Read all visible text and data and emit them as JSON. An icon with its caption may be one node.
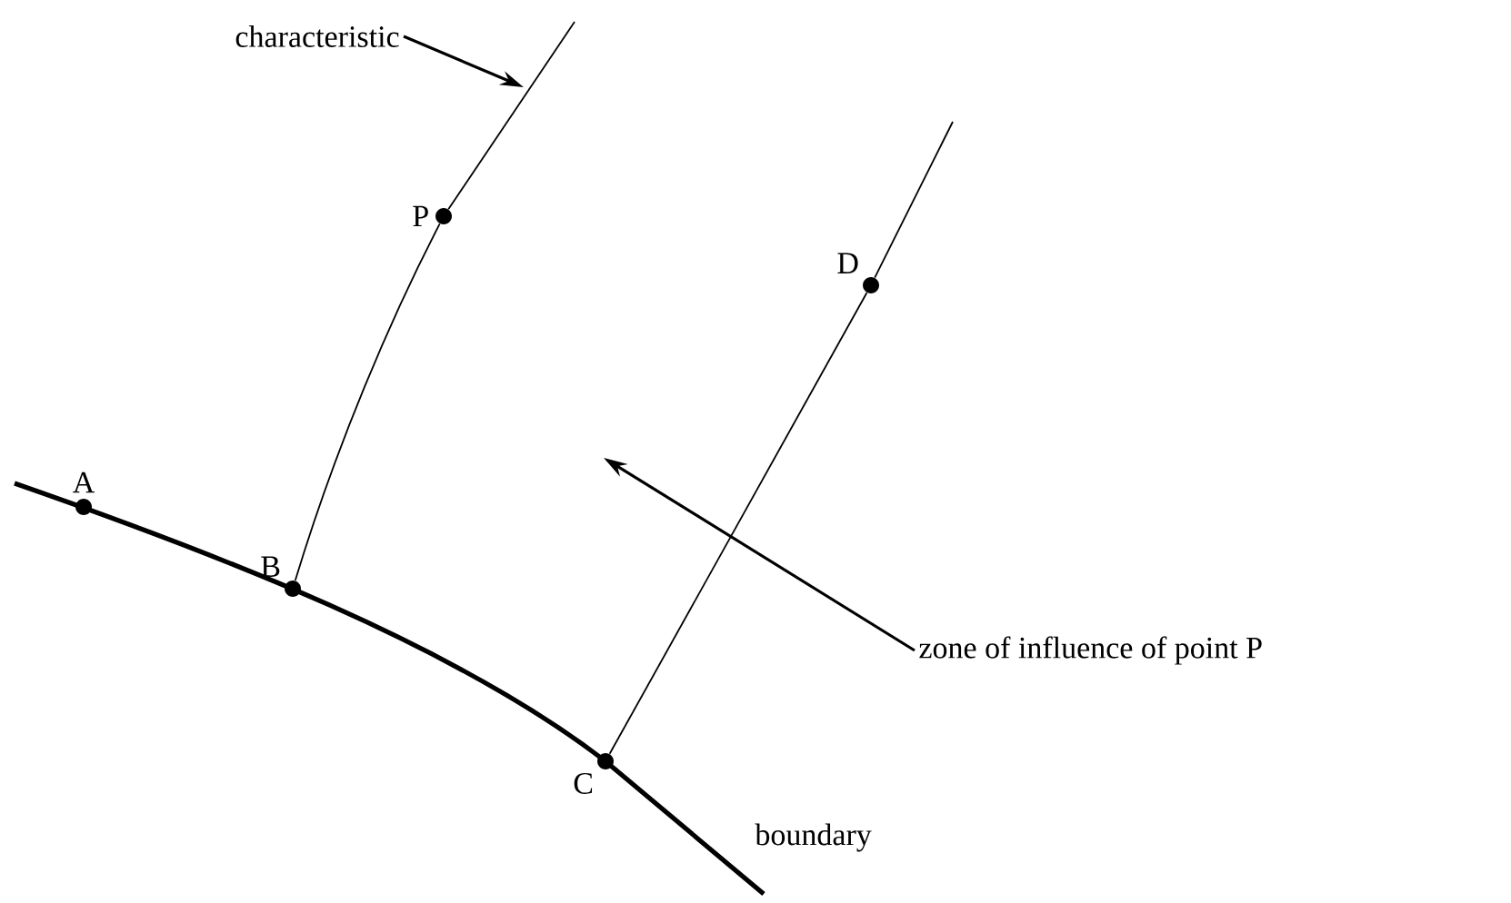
{
  "diagram": {
    "nodes": [
      {
        "text": [
          "characteristic"
        ]
      },
      {
        "text": [
          "P"
        ]
      },
      {
        "text": [
          "D"
        ]
      },
      {
        "text": [
          "A"
        ]
      },
      {
        "text": [
          "B"
        ]
      },
      {
        "text": [
          "zone of influence of point P"
        ]
      },
      {
        "text": [
          "C"
        ]
      }
    ],
    "edges": [
      {
        "from": 4,
        "to": 1,
        "arrow": "none"
      },
      {
        "from": 6,
        "to": 2,
        "arrow": "none"
      },
      {
        "from": 0,
        "to": null,
        "arrow": "to"
      },
      {
        "from": 5,
        "to": null,
        "arrow": "to"
      }
    ],
    "labels": [
      "boundary"
    ]
  }
}
